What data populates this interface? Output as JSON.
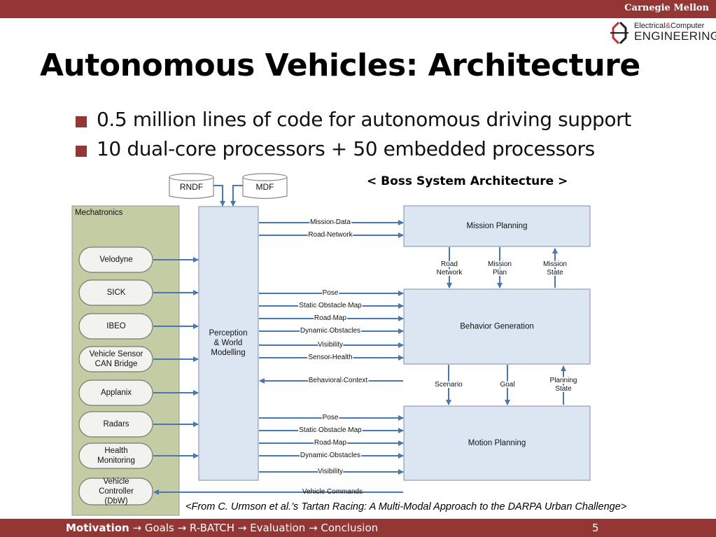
{
  "header": {
    "org": "Carnegie Mellon",
    "logo_line1a": "Electrical",
    "logo_amp": "&",
    "logo_line1b": "Computer",
    "logo_line2": "ENGINEERING"
  },
  "slide": {
    "title": "Autonomous Vehicles: Architecture",
    "bullets": [
      "0.5 million lines of code for autonomous driving support",
      "10 dual-core processors + 50 embedded processors"
    ],
    "caption": "< Boss System Architecture >",
    "citation": "<From C. Urmson et al.’s Tartan Racing: A Multi-Modal Approach to the DARPA Urban Challenge>"
  },
  "diagram": {
    "databases": [
      "RNDF",
      "MDF"
    ],
    "mechatronics_label": "Mechatronics",
    "sensors": [
      "Velodyne",
      "SICK",
      "IBEO",
      "Vehicle Sensor|CAN Bridge",
      "Applanix",
      "Radars",
      "Health|Monitoring",
      "Vehicle|Controller|(DbW)"
    ],
    "perception_label": "Perception|& World|Modelling",
    "modules": [
      "Mission Planning",
      "Behavior Generation",
      "Motion Planning"
    ],
    "mission_inputs": [
      "Mission Data",
      "Road Network"
    ],
    "behavior_inputs": [
      "Pose",
      "Static Obstacle Map",
      "Road Map",
      "Dynamic Obstacles",
      "Visibility",
      "Sensor Health"
    ],
    "behavioral_context": "Behavioral Context",
    "motion_inputs": [
      "Pose",
      "Static Obstacle Map",
      "Road Map",
      "Dynamic Obstacles",
      "Visibility"
    ],
    "vehicle_commands": "Vehicle Commands",
    "mission_to_behavior": [
      "Road|Network",
      "Mission|Plan",
      "Mission|State"
    ],
    "behavior_to_motion": [
      "Scenario",
      "Goal",
      "Planning|State"
    ]
  },
  "footer": {
    "current": "Motivation",
    "rest": " → Goals → R-BATCH → Evaluation → Conclusion",
    "page": "5"
  },
  "colors": {
    "brand": "#943634",
    "arrow": "#4a76b5",
    "module_fill": "#dce6f2",
    "mechatronics_fill": "#c4cca4"
  }
}
